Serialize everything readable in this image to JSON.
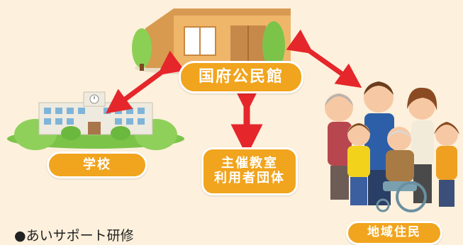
{
  "labels": {
    "kominkan": "国府公民館",
    "school": "学校",
    "class_line1": "主催教室",
    "class_line2": "利用者団体",
    "residents": "地域住民"
  },
  "footer_heading": "●あいサポート研修",
  "colors": {
    "background": "#fdf0dc",
    "label_fill": "#f1a41d",
    "label_text": "#ffffff",
    "arrow": "#e5262b"
  },
  "icons": [
    "community-hall-illustration",
    "school-illustration",
    "residents-group-illustration",
    "double-arrow-icon"
  ]
}
